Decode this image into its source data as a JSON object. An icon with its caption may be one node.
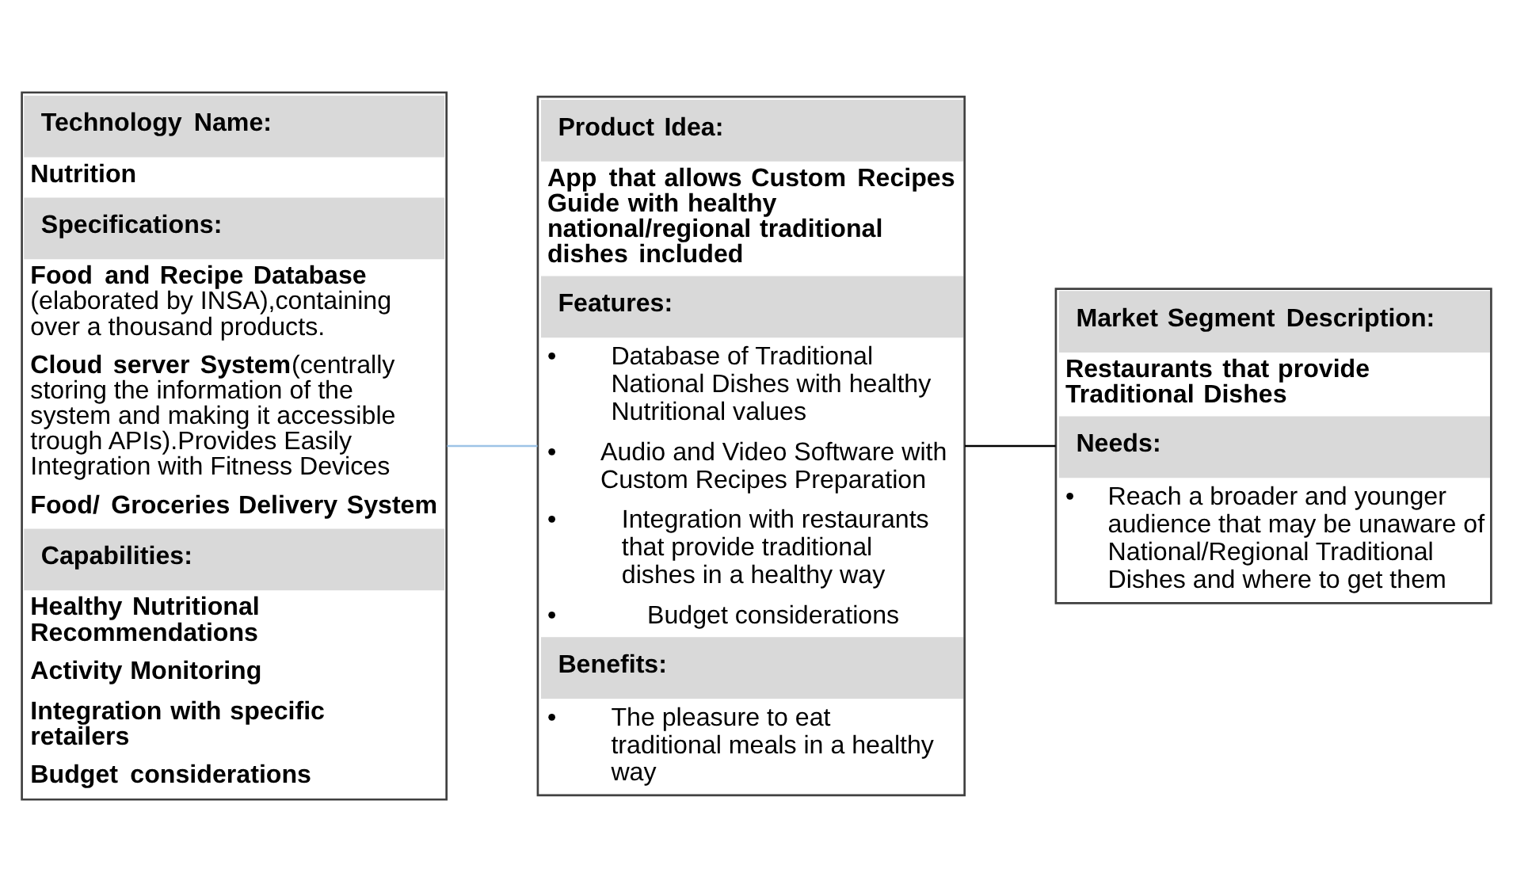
{
  "diagram": {
    "nodes": [
      {
        "text": [
          "Technology Name:",
          "Nutrition",
          "Specifications:",
          "**Food and Recipe Database**(elaborated by INSA),containing over a thousand products.",
          "**Cloud server System**(centrally storing the information of the system and making it accessible trough APIs).Provides Easily Integration with Fitness Devices",
          "**Food/ Groceries Delivery System**",
          "Capabilities:",
          "Healthy Nutritional Recommendations",
          "Activity Monitoring",
          "Integration with specific retailers",
          "Budget considerations"
        ]
      },
      {
        "text": [
          "Product Idea:",
          "App that allows Custom Recipes Guide with healthy national/regional traditional dishes included",
          "Features:",
          "• Database of Traditional National Dishes with healthy Nutritional values",
          "• Audio and Video Software with Custom Recipes Preparation",
          "• Integration with restaurants that provide traditional dishes in a healthy way",
          "• Budget considerations",
          "Benefits:",
          "• The pleasure to eat traditional meals in a healthy way"
        ]
      },
      {
        "text": [
          "Market Segment Description:",
          "Restaurants that provide Traditional Dishes",
          "Needs:",
          "• Reach a broader and younger audience that may be unaware of National/Regional Traditional Dishes and where to get them"
        ]
      }
    ],
    "edges": [
      {
        "from": 0,
        "to": 1,
        "arrow": "none",
        "color": "#9dc3e6"
      },
      {
        "from": 1,
        "to": 2,
        "arrow": "none",
        "color": "#000000"
      }
    ]
  }
}
